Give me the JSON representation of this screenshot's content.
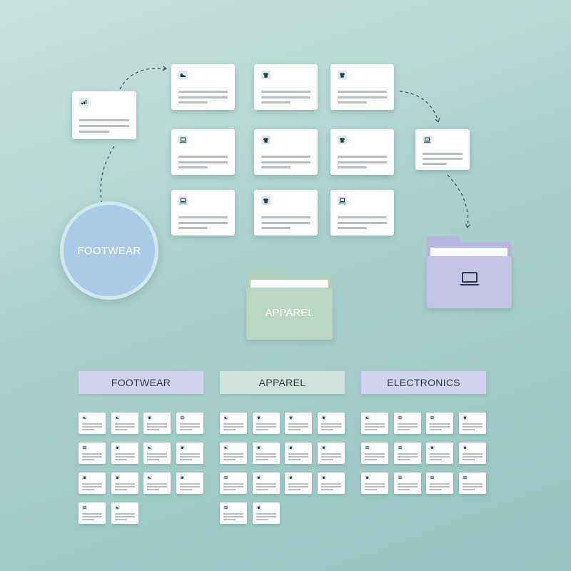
{
  "categories": {
    "footwear": "FOOTWEAR",
    "apparel": "APPAREL",
    "electronics": "ELECTRONICS"
  },
  "circle": {
    "label": "FOOTWEAR"
  },
  "folder_apparel": {
    "label": "APPAREL",
    "color": "#b9d6c3"
  },
  "folder_electronics": {
    "icon": "laptop-icon",
    "color": "#c3c3e6"
  },
  "groups": [
    {
      "label": "FOOTWEAR",
      "color": "#d2d2ef",
      "count": 14,
      "icons": [
        "shoe",
        "shoe",
        "shirt",
        "laptop",
        "laptop",
        "shirt",
        "shoe",
        "shirt",
        "shirt",
        "shirt",
        "shoe",
        "shirt",
        "laptop",
        "shoe"
      ]
    },
    {
      "label": "APPAREL",
      "color": "#cfe3da",
      "count": 14,
      "icons": [
        "shoe",
        "shirt",
        "shirt",
        "shirt",
        "shoe",
        "shirt",
        "shirt",
        "shirt",
        "laptop",
        "shirt",
        "shirt",
        "shirt",
        "laptop",
        "shirt"
      ]
    },
    {
      "label": "ELECTRONICS",
      "color": "#d2d2ef",
      "count": 12,
      "icons": [
        "shoe",
        "laptop",
        "laptop",
        "shirt",
        "laptop",
        "laptop",
        "shirt",
        "shirt",
        "shirt",
        "laptop",
        "laptop",
        "laptop"
      ]
    }
  ],
  "colors": {
    "footwear_circle": "#a8cbe8",
    "apparel": "#b9d6c3",
    "electronics": "#c3c3e6",
    "card": "#ffffff"
  }
}
